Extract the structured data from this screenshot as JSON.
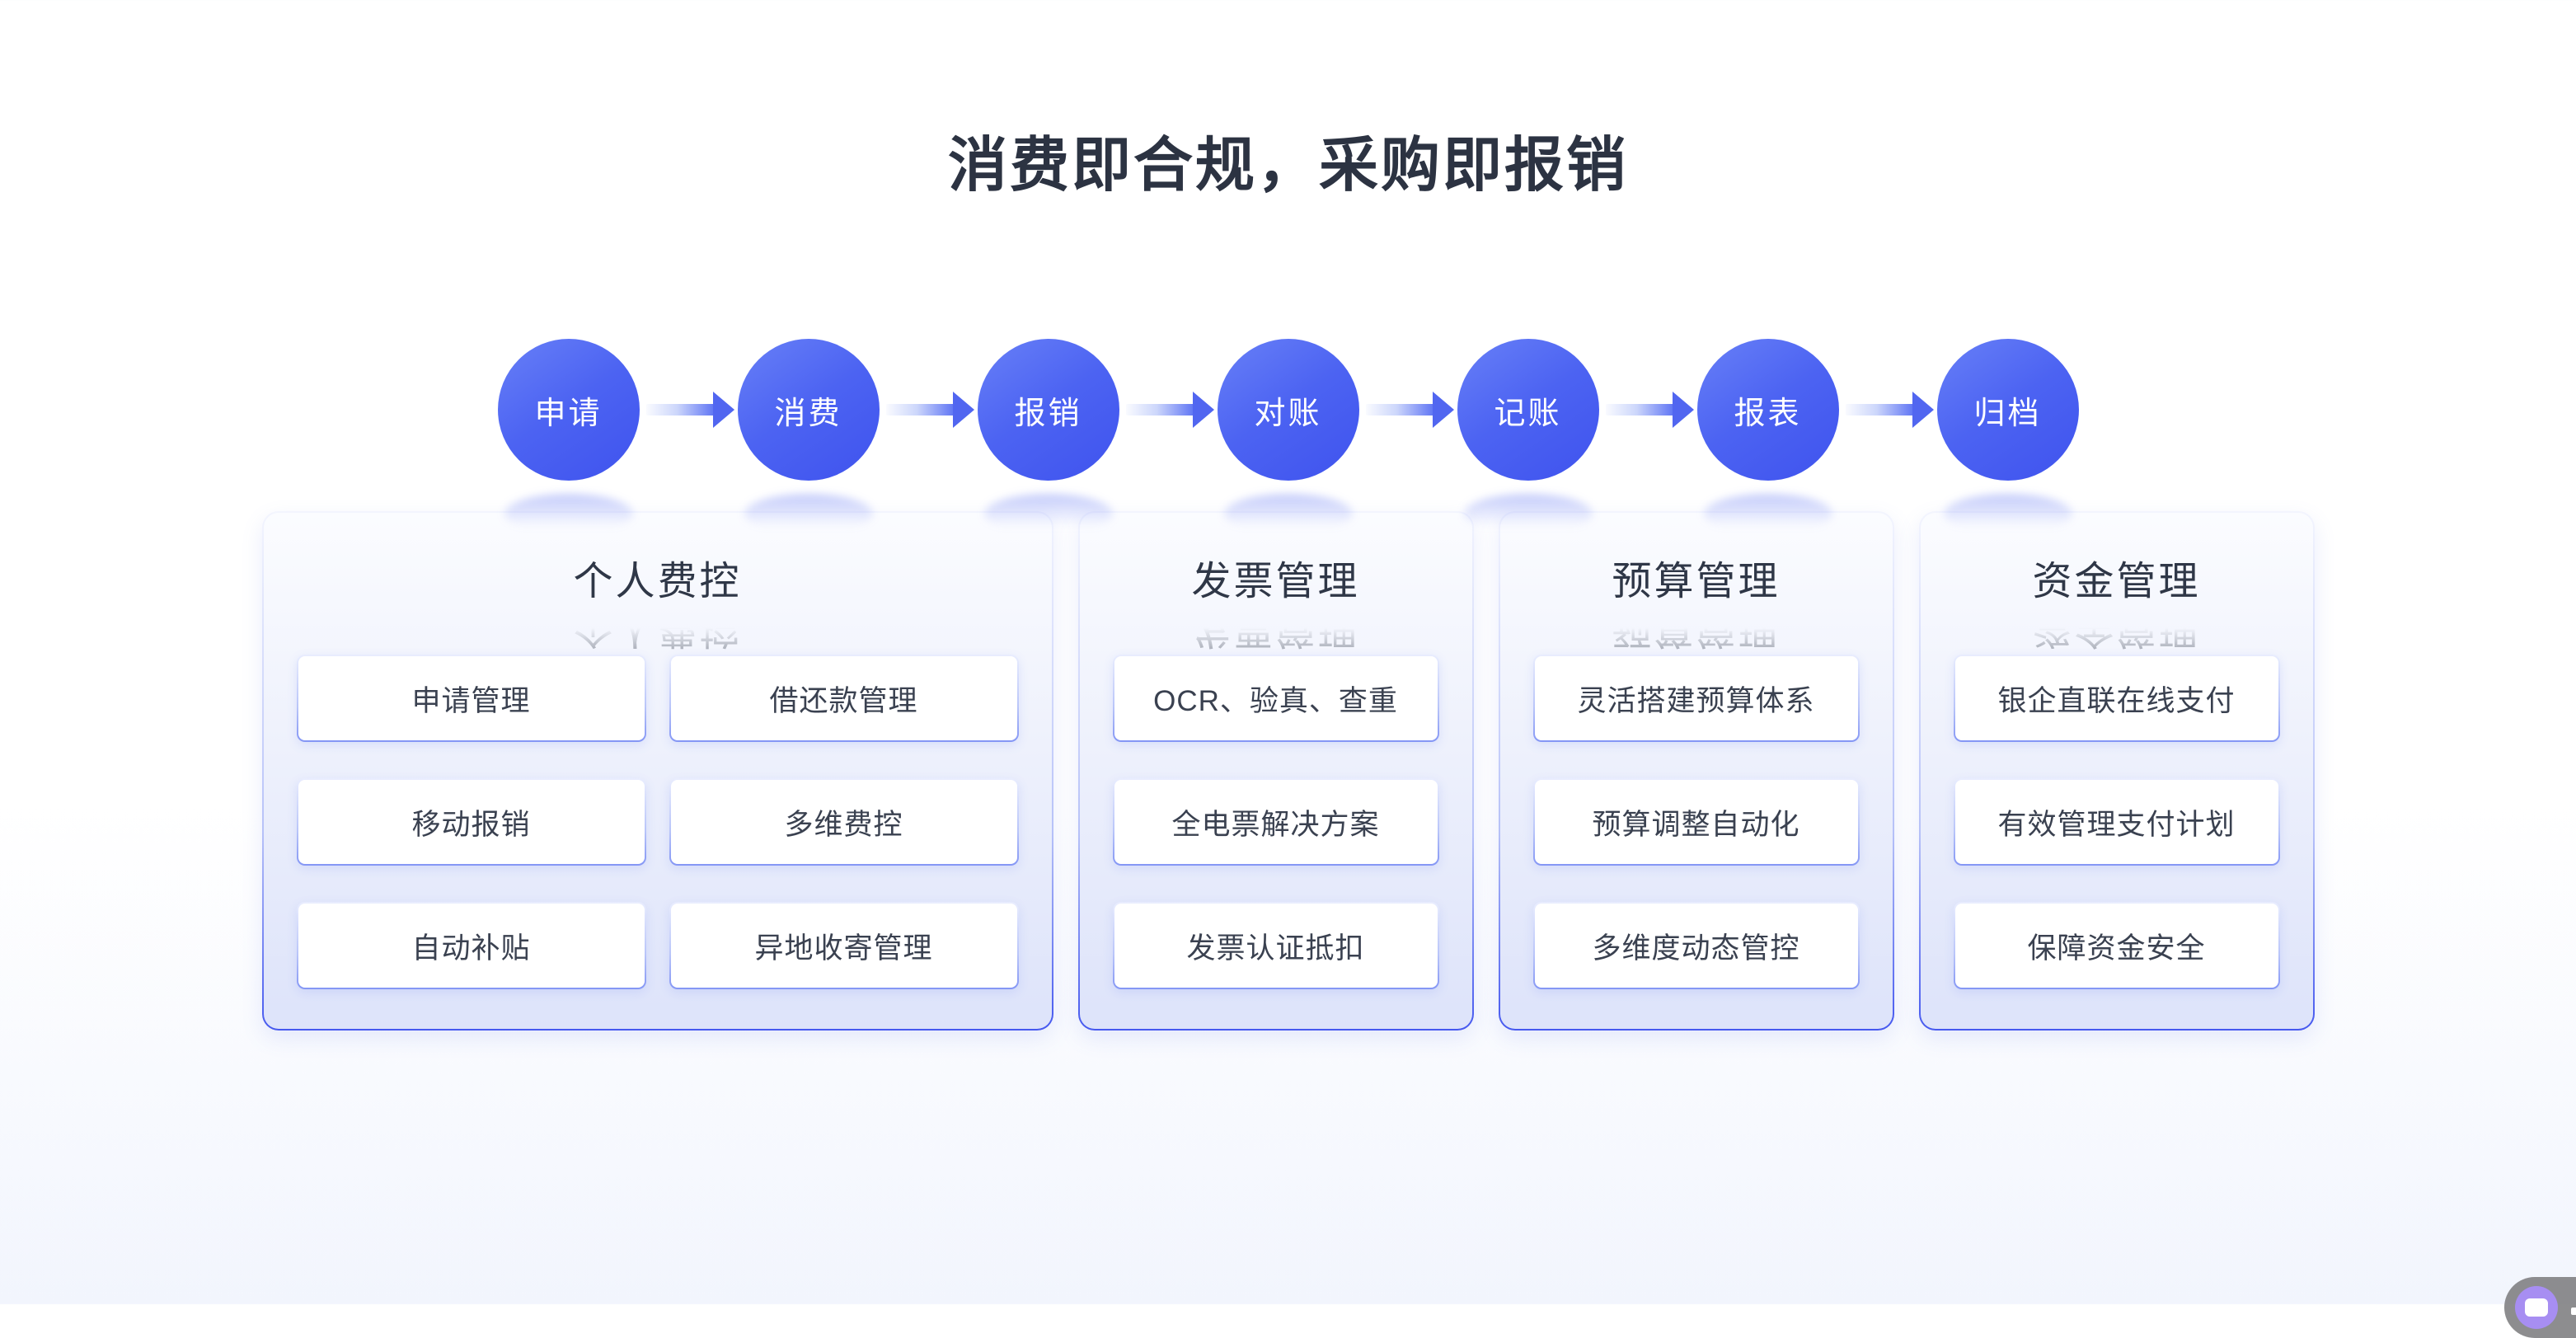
{
  "page": {
    "title": "消费即合规，采购即报销"
  },
  "flow": {
    "steps": [
      "申请",
      "消费",
      "报销",
      "对账",
      "记账",
      "报表",
      "归档"
    ]
  },
  "cards": [
    {
      "title": "个人费控",
      "columns": 2,
      "items": [
        "申请管理",
        "借还款管理",
        "移动报销",
        "多维费控",
        "自动补贴",
        "异地收寄管理"
      ]
    },
    {
      "title": "发票管理",
      "columns": 1,
      "items": [
        "OCR、验真、查重",
        "全电票解决方案",
        "发票认证抵扣"
      ]
    },
    {
      "title": "预算管理",
      "columns": 1,
      "items": [
        "灵活搭建预算体系",
        "预算调整自动化",
        "多维度动态管控"
      ]
    },
    {
      "title": "资金管理",
      "columns": 1,
      "items": [
        "银企直联在线支付",
        "有效管理支付计划",
        "保障资金安全"
      ]
    }
  ],
  "colors": {
    "accent_blue": "#4a5ff0",
    "circle_gradient_light": "#6880f7",
    "circle_gradient_dark": "#3f53ee",
    "title_text": "#2c3342",
    "card_text": "#2f3747",
    "item_text": "#3a4150",
    "card_bottom_border": "#4558ef",
    "watermark_purple": "#a78ef2"
  },
  "watermark": {
    "icon": "app-logo-icon"
  }
}
